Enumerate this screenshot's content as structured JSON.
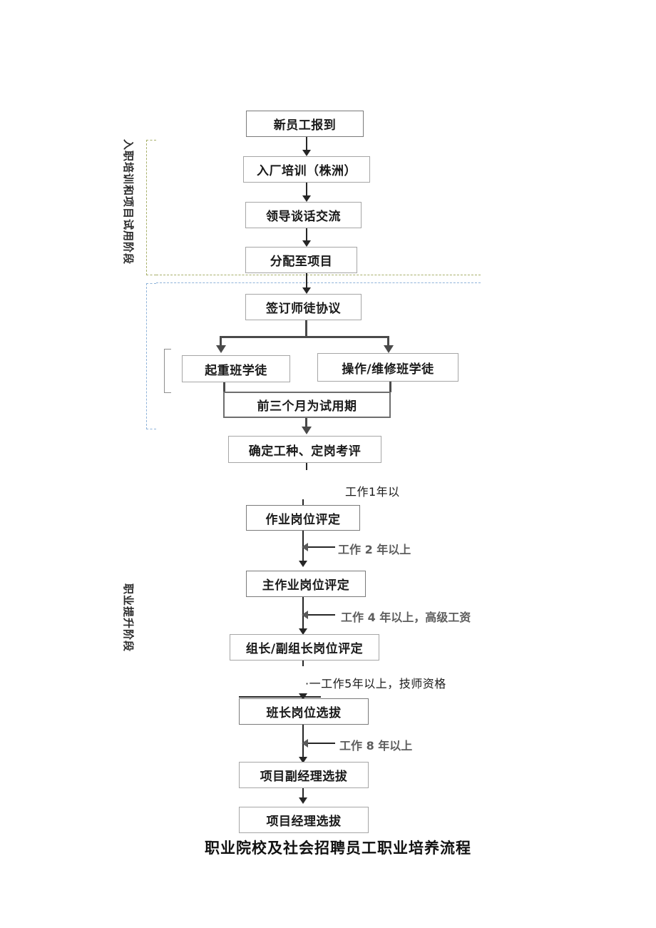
{
  "caption": "职业院校及社会招聘员工职业培养流程",
  "stages": [
    {
      "id": "onboarding",
      "label": "入职培训和项目试用阶段",
      "color": "#a8b06a"
    },
    {
      "id": "advancement",
      "label": "职业提升阶段",
      "color": "#8fb3d9"
    }
  ],
  "nodes": {
    "new_employee_report": "新员工报到",
    "factory_training": "入厂培训（株洲）",
    "leader_talk": "领导谈话交流",
    "assign_project": "分配至项目",
    "sign_mentor_agreement": "签订师徒协议",
    "crane_apprentice": "起重班学徒",
    "ops_maint_apprentice": "操作/维修班学徒",
    "probation_three_months": "前三个月为试用期",
    "confirm_job_type": "确定工种、定岗考评",
    "operation_post_rating": "作业岗位评定",
    "main_operation_post_rating": "主作业岗位评定",
    "group_leader_post_rating": "组长/副组长岗位评定",
    "shift_leader_selection": "班长岗位选拔",
    "deputy_pm_selection": "项目副经理选拔",
    "pm_selection": "项目经理选拔"
  },
  "edge_labels": {
    "work_1_year": "工作1年以",
    "work_2_years": "工作 2 年以上",
    "work_4_years": "工作 4 年以上，高级工资",
    "work_5_years": "·一工作5年以上，技师资格",
    "work_8_years": "工作 8 年以上"
  }
}
